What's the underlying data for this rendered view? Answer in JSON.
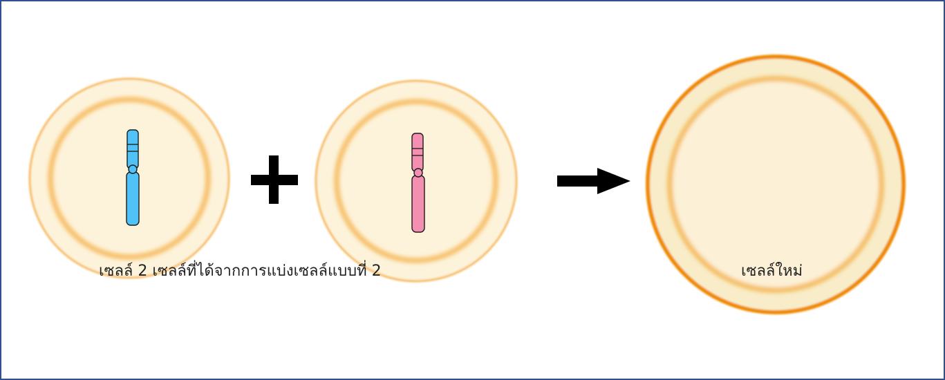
{
  "captions": {
    "parent_cells": "เซลล์ 2 เซลล์ที่ได้จากการแบ่งเซลล์แบบที่ 2",
    "new_cell": "เซลล์ใหม่"
  },
  "colors": {
    "frame_border": "#2f4f8f",
    "cell_fill": "#fdf3da",
    "cell_ring": "#f5a623",
    "new_cell_outer_fill": "#f8edc8",
    "new_cell_rim": "#f08a00",
    "chromosome_blue": "#4fc3f7",
    "chromosome_pink": "#f48fb1",
    "symbol": "#000000"
  },
  "diagram": {
    "operator": "plus",
    "result_indicator": "arrow-right",
    "chromosomes": [
      {
        "cell": "left",
        "color": "blue"
      },
      {
        "cell": "middle",
        "color": "pink"
      }
    ]
  }
}
